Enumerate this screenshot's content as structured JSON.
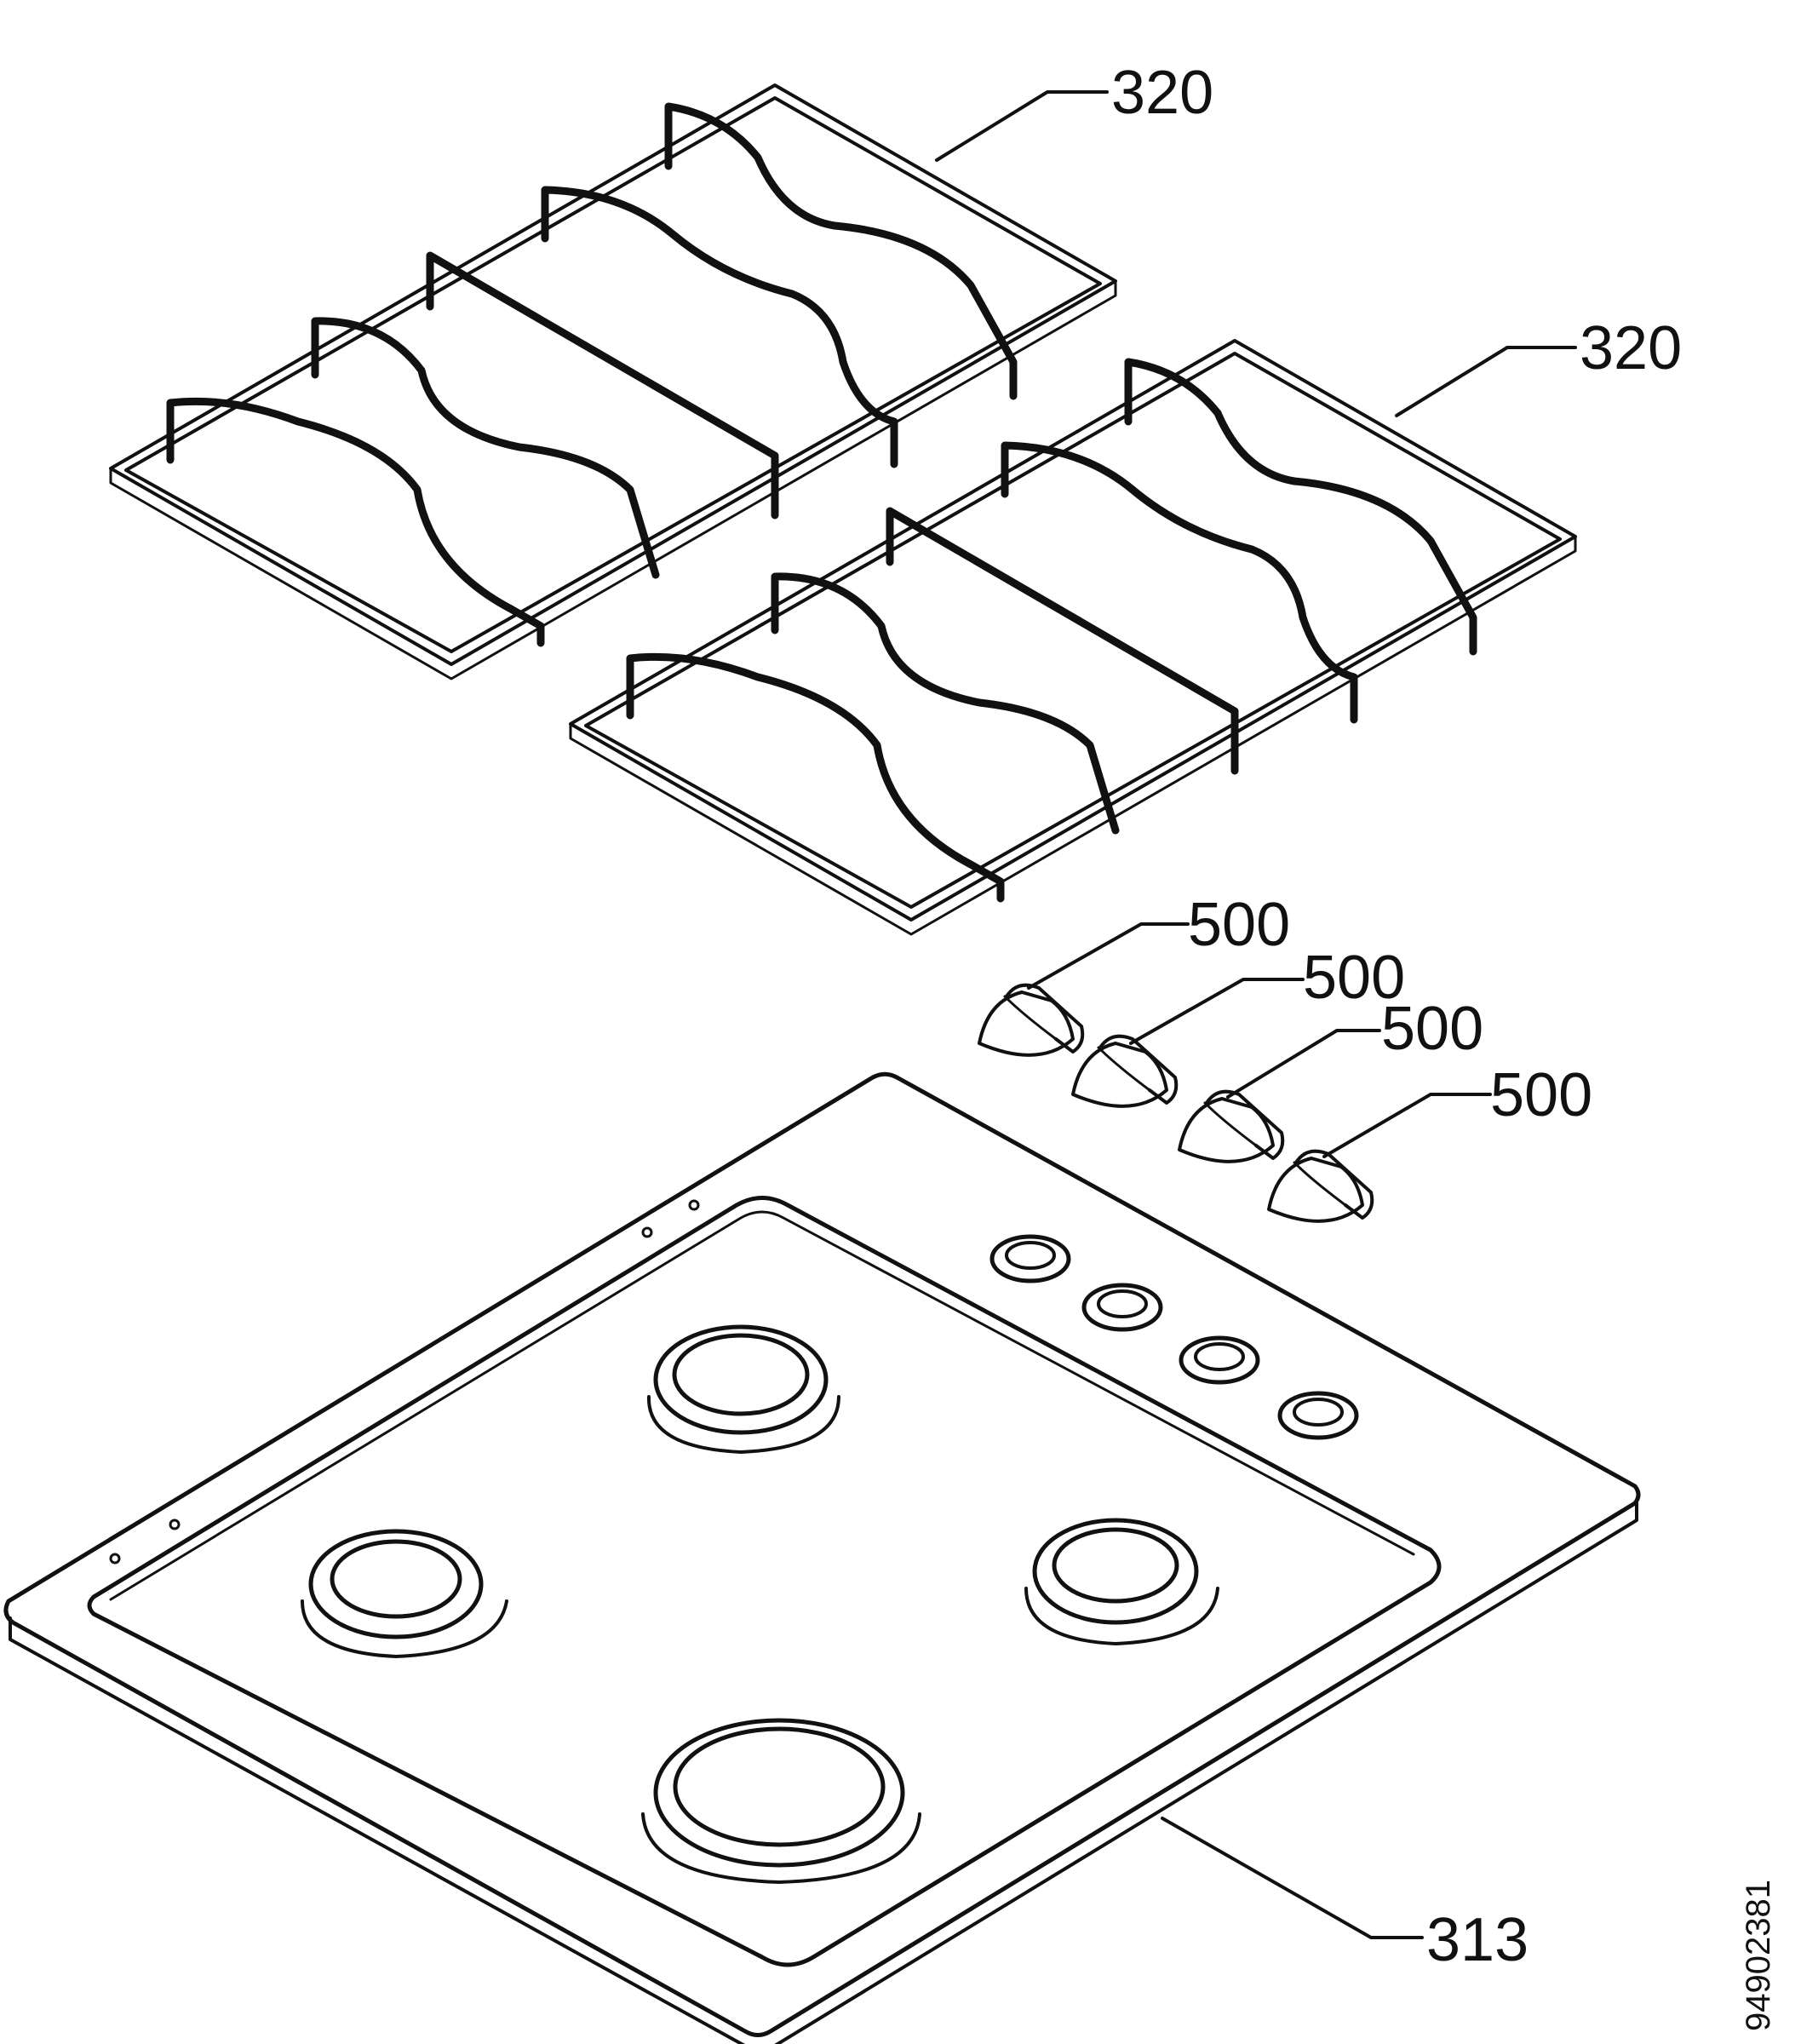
{
  "labels": {
    "grate_left": "320",
    "grate_right": "320",
    "knob_1": "500",
    "knob_2": "500",
    "knob_3": "500",
    "knob_4": "500",
    "hob_top": "313"
  },
  "document_number": "94902381",
  "colors": {
    "line": "#111111",
    "background": "#ffffff"
  }
}
